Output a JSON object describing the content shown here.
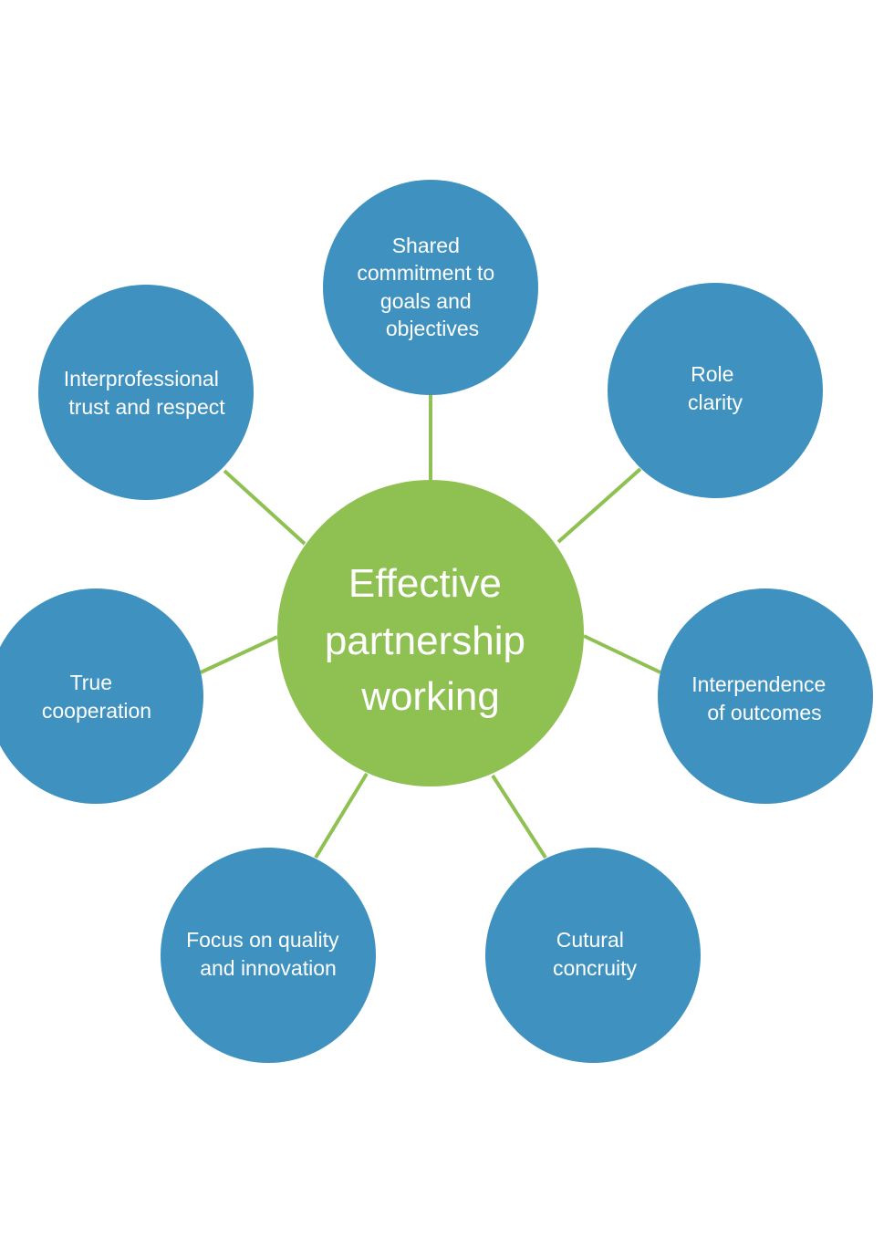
{
  "diagram": {
    "center": {
      "lines": [
        "Effective",
        "partnership",
        "working"
      ],
      "color": "#8ec052"
    },
    "connector_color": "#8ec052",
    "node_color": "#3f92bf",
    "text_color": "#ffffff",
    "nodes": [
      {
        "id": "shared-commitment",
        "lines": [
          "Shared",
          "commitment to",
          "goals and",
          "objectives"
        ]
      },
      {
        "id": "role-clarity",
        "lines": [
          "Role",
          "clarity"
        ]
      },
      {
        "id": "interpendence-of-outcomes",
        "lines": [
          "Interpendence",
          "of outcomes"
        ]
      },
      {
        "id": "cutural-concruity",
        "lines": [
          "Cutural",
          "concruity"
        ]
      },
      {
        "id": "focus-on-quality",
        "lines": [
          "Focus on quality",
          "and innovation"
        ]
      },
      {
        "id": "true-cooperation",
        "lines": [
          "True",
          "cooperation"
        ]
      },
      {
        "id": "interprofessional-trust",
        "lines": [
          "Interprofessional",
          "trust and respect"
        ]
      }
    ]
  }
}
